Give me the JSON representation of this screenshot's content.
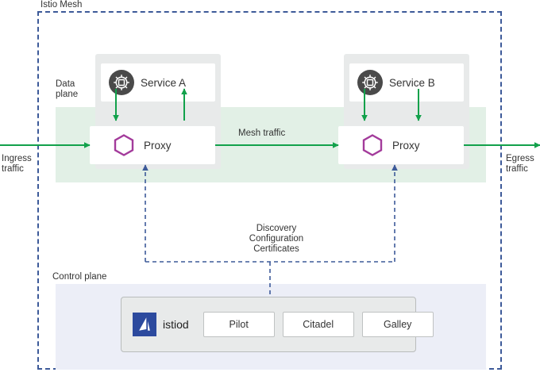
{
  "diagram": {
    "title": "Istio Mesh",
    "planes": {
      "data_plane_label": "Data\nplane",
      "data_plane_label_line1": "Data",
      "data_plane_label_line2": "plane",
      "control_plane_label": "Control plane"
    },
    "pods": [
      {
        "id": "pod-a",
        "service_label": "Service A",
        "service_icon": "gear-icon",
        "proxy_label": "Proxy",
        "proxy_icon": "hexagon-icon"
      },
      {
        "id": "pod-b",
        "service_label": "Service B",
        "service_icon": "gear-icon",
        "proxy_label": "Proxy",
        "proxy_icon": "hexagon-icon"
      }
    ],
    "traffic": {
      "ingress_label_line1": "Ingress",
      "ingress_label_line2": "traffic",
      "egress_label_line1": "Egress",
      "egress_label_line2": "traffic",
      "mesh_traffic_label": "Mesh traffic"
    },
    "control_link": {
      "line1": "Discovery",
      "line2": "Configuration",
      "line3": "Certificates"
    },
    "istiod": {
      "name": "istiod",
      "logo_icon": "istio-sail-logo",
      "components": [
        "Pilot",
        "Citadel",
        "Galley"
      ]
    },
    "colors": {
      "traffic_green": "#12a14b",
      "data_plane_bg": "#e2f0e6",
      "control_plane_bg": "#eceef7",
      "mesh_border": "#3d5a99",
      "pod_bg": "#e8eaea",
      "hexagon_purple": "#a33b9b",
      "gear_gray": "#4a4a4a",
      "istiod_blue": "#2c4a9e"
    }
  }
}
